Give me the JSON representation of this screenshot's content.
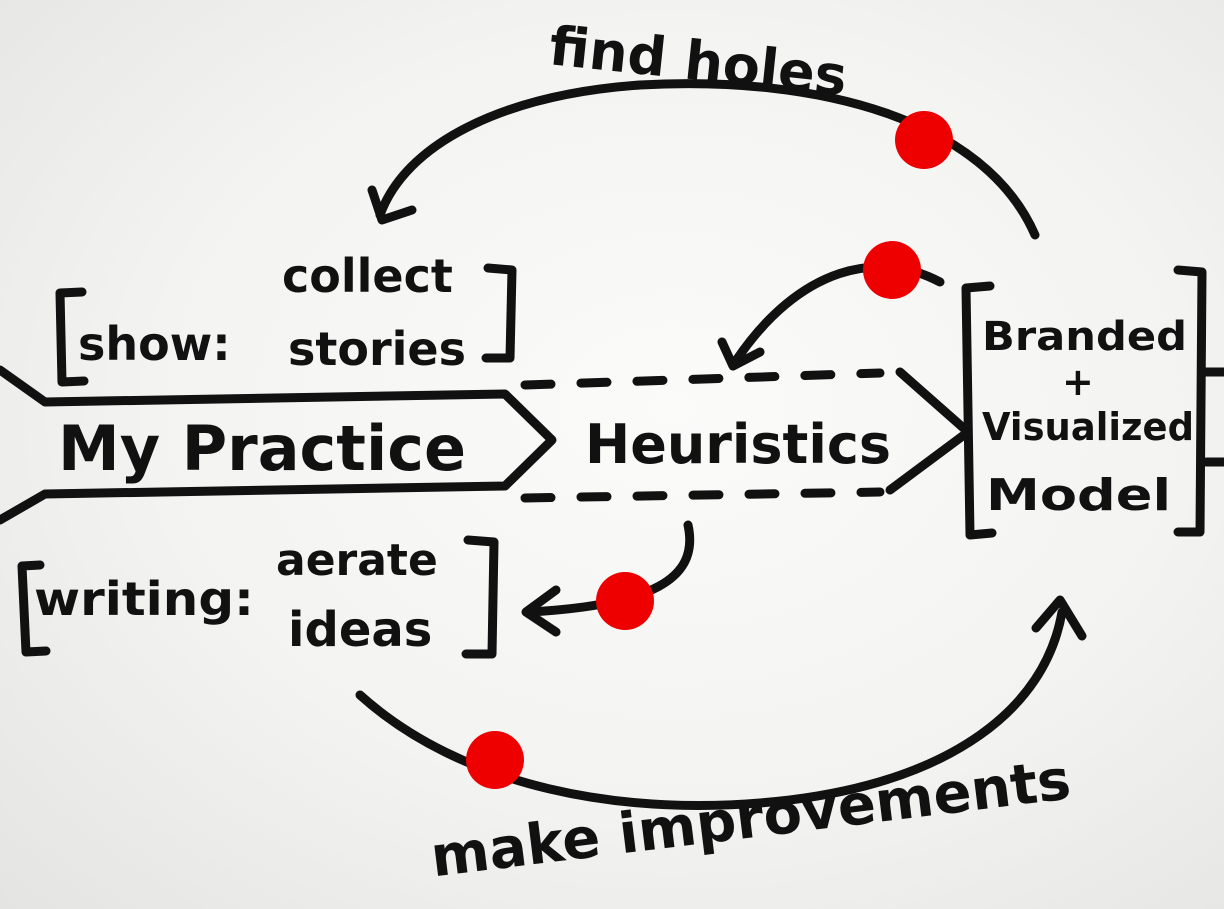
{
  "labels": {
    "find_holes": "find holes",
    "collect": "collect",
    "stories": "stories",
    "show": "show:",
    "my_practice": "My Practice",
    "heuristics": "Heuristics",
    "writing": "writing:",
    "aerate": "aerate",
    "ideas": "ideas",
    "branded": "Branded",
    "plus": "+",
    "visualized": "Visualized",
    "model": "Model",
    "make_improvements": "make improvements"
  },
  "colors": {
    "ink": "#111111",
    "marker_dot": "#ee0000",
    "paper": "#f5f5f3"
  }
}
